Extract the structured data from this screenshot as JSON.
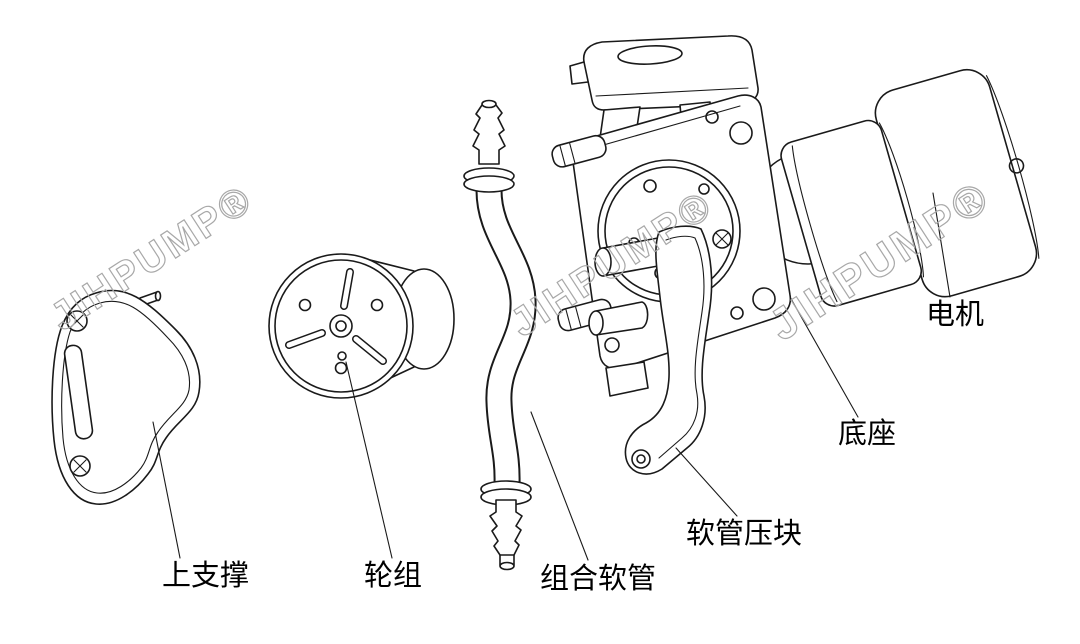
{
  "diagram": {
    "watermark": "JIHPUMP®",
    "labels": {
      "upper_support": "上支撑",
      "wheel_assembly": "轮组",
      "combined_hose": "组合软管",
      "hose_pressure_block": "软管压块",
      "base": "底座",
      "motor": "电机"
    },
    "colors": {
      "background": "#ffffff",
      "line": "#1a1a1a",
      "watermark": "#a8a8a8"
    }
  }
}
